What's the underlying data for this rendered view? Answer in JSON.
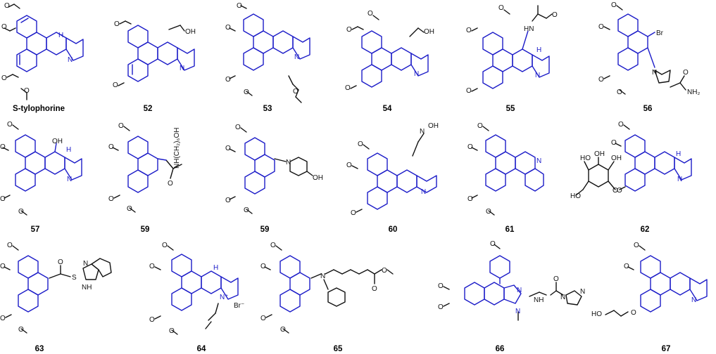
{
  "figure": {
    "row1": {
      "s_tylophorine": "S-tylophorine",
      "c52": "52",
      "c53": "53",
      "c54": "54",
      "c55": "55",
      "c56": "56"
    },
    "row2": {
      "c57": "57",
      "c59a": "59",
      "c59b": "59",
      "c60": "60",
      "c61": "61",
      "c62": "62"
    },
    "row3": {
      "c63": "63",
      "c64": "64",
      "c65": "65",
      "c66": "66",
      "c67": "67"
    }
  },
  "atoms": {
    "H": "H",
    "N": "N",
    "OH": "OH",
    "Br": "Br",
    "HN": "HN",
    "O": "O",
    "NH2": "NH₂",
    "amide_chain": "NH(CH₂)₆OH",
    "HO": "HO",
    "S": "S",
    "NH": "NH",
    "N_plus": "N⁺",
    "Br_minus": "Br⁻",
    "N_H_oxime": "N",
    "HO_O": "O"
  },
  "colors": {
    "core": "#1c1cc8",
    "substituent": "#111111",
    "background": "#ffffff"
  }
}
